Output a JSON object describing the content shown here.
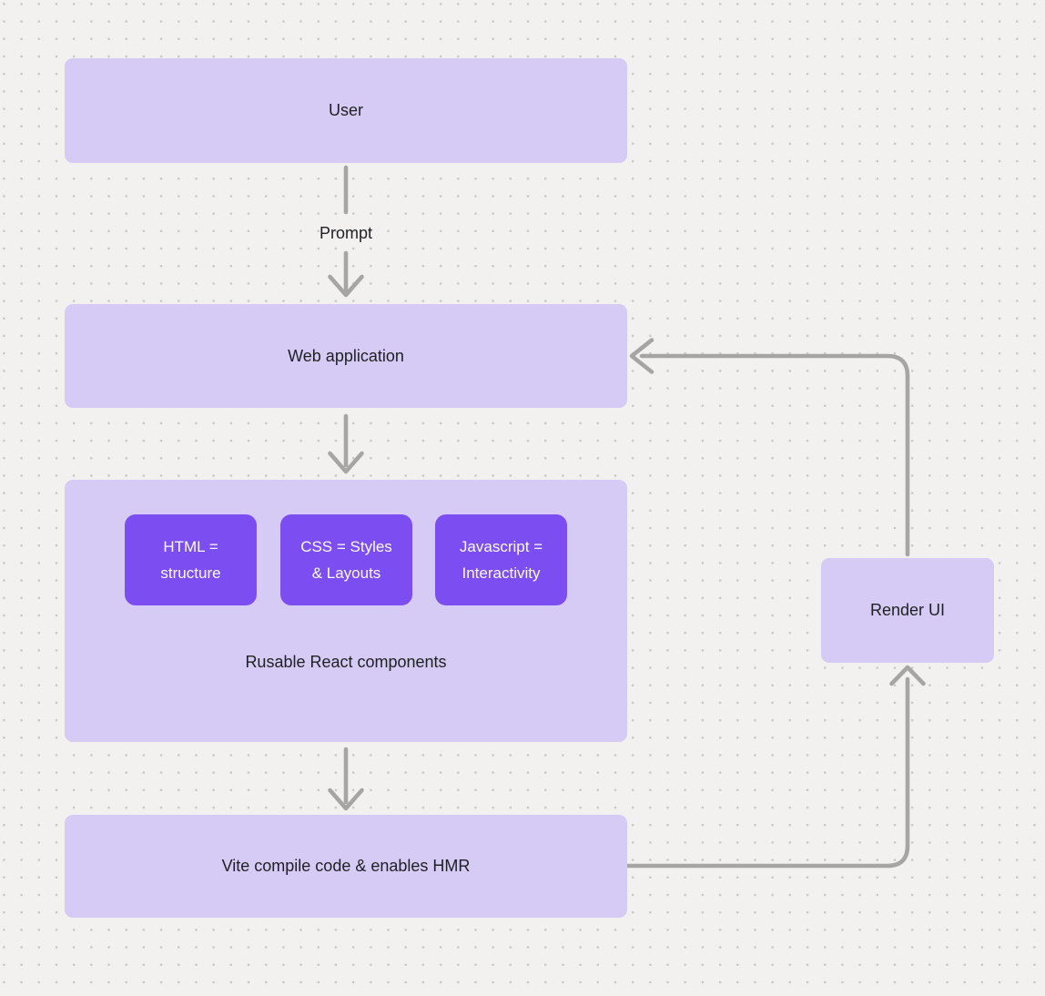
{
  "diagram": {
    "nodes": {
      "user": "User",
      "web_application": "Web application",
      "components_caption": "Rusable React components",
      "vite": "Vite compile code & enables HMR",
      "render_ui": "Render UI"
    },
    "component_boxes": [
      {
        "line1": "HTML =",
        "line2": "structure"
      },
      {
        "line1": "CSS = Styles",
        "line2": "& Layouts"
      },
      {
        "line1": "Javascript =",
        "line2": "Interactivity"
      }
    ],
    "edge_labels": {
      "prompt": "Prompt"
    },
    "colors": {
      "background": "#f2f1f0",
      "dot": "#c8c6c4",
      "node_light": "#d6cbf4",
      "node_dark": "#7c4ef2",
      "arrow": "#a6a5a4",
      "text_dark": "#1f2023",
      "text_light": "#fbfaff"
    }
  }
}
